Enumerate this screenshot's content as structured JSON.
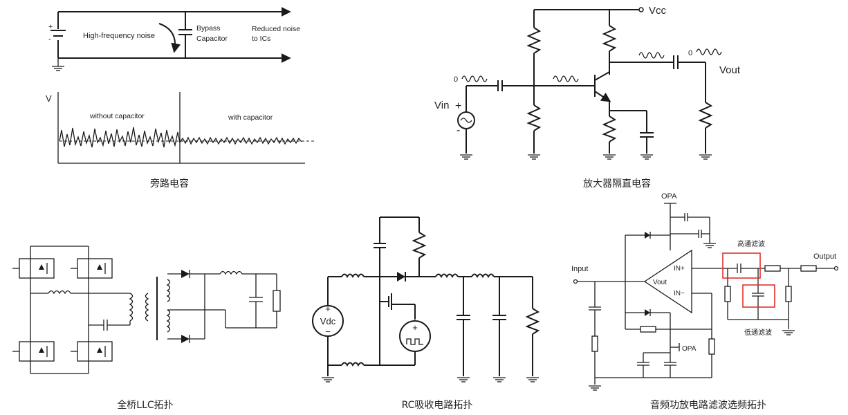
{
  "panel1": {
    "high_freq_noise": "High-frequency noise",
    "bypass_line1": "Bypass",
    "bypass_line2": "Capacitor",
    "reduced_line1": "Reduced noise",
    "reduced_line2": "to ICs",
    "v_axis": "V",
    "without_cap": "without capacitor",
    "with_cap": "with capacitor",
    "caption": "旁路电容"
  },
  "panel2": {
    "vcc": "Vcc",
    "vin": "Vin",
    "plus": "+",
    "minus": "-",
    "vout": "Vout",
    "zero_in": "0",
    "zero_out": "0",
    "caption": "放大器隔直电容"
  },
  "panel3": {
    "caption": "全桥LLC拓扑"
  },
  "panel4": {
    "vdc": "Vdc",
    "plus": "+",
    "minus": "−",
    "caption": "RC吸收电路拓扑"
  },
  "panel5": {
    "opa_top": "OPA",
    "opa_mid": "OPA",
    "input": "Input",
    "output": "Output",
    "in_plus": "IN+",
    "in_minus": "IN−",
    "vout": "Vout",
    "high_pass": "高通滤波",
    "low_pass": "低通滤波",
    "caption": "音频功放电路滤波选频拓扑"
  },
  "colors": {
    "ink": "#1a1a1a",
    "annotation_red": "#e0302e"
  }
}
